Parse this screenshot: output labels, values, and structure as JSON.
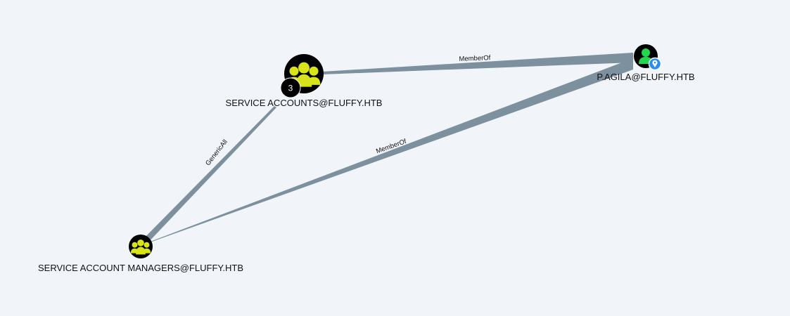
{
  "nodes": {
    "service_accounts": {
      "label": "SERVICE ACCOUNTS@FLUFFY.HTB",
      "type": "group",
      "icon": "group-icon",
      "icon_color": "#d7e41a",
      "badge_count": "3"
    },
    "p_agila": {
      "label": "P.AGILA@FLUFFY.HTB",
      "type": "user",
      "icon": "user-icon",
      "icon_color": "#22d64d",
      "marker": "location-pin-icon",
      "marker_color": "#2a8ef0"
    },
    "service_account_managers": {
      "label": "SERVICE ACCOUNT MANAGERS@FLUFFY.HTB",
      "type": "group",
      "icon": "group-icon",
      "icon_color": "#d7e41a"
    }
  },
  "edges": {
    "sa_to_agila": {
      "label": "MemberOf",
      "from": "SERVICE ACCOUNTS@FLUFFY.HTB",
      "to": "P.AGILA@FLUFFY.HTB"
    },
    "sam_to_agila": {
      "label": "MemberOf",
      "from": "SERVICE ACCOUNT MANAGERS@FLUFFY.HTB",
      "to": "P.AGILA@FLUFFY.HTB"
    },
    "sam_to_sa": {
      "label": "GenericAll",
      "from": "SERVICE ACCOUNT MANAGERS@FLUFFY.HTB",
      "to": "SERVICE ACCOUNTS@FLUFFY.HTB"
    }
  },
  "colors": {
    "background": "#f1f5fa",
    "edge": "#7c909d",
    "node_fill": "#000000"
  }
}
